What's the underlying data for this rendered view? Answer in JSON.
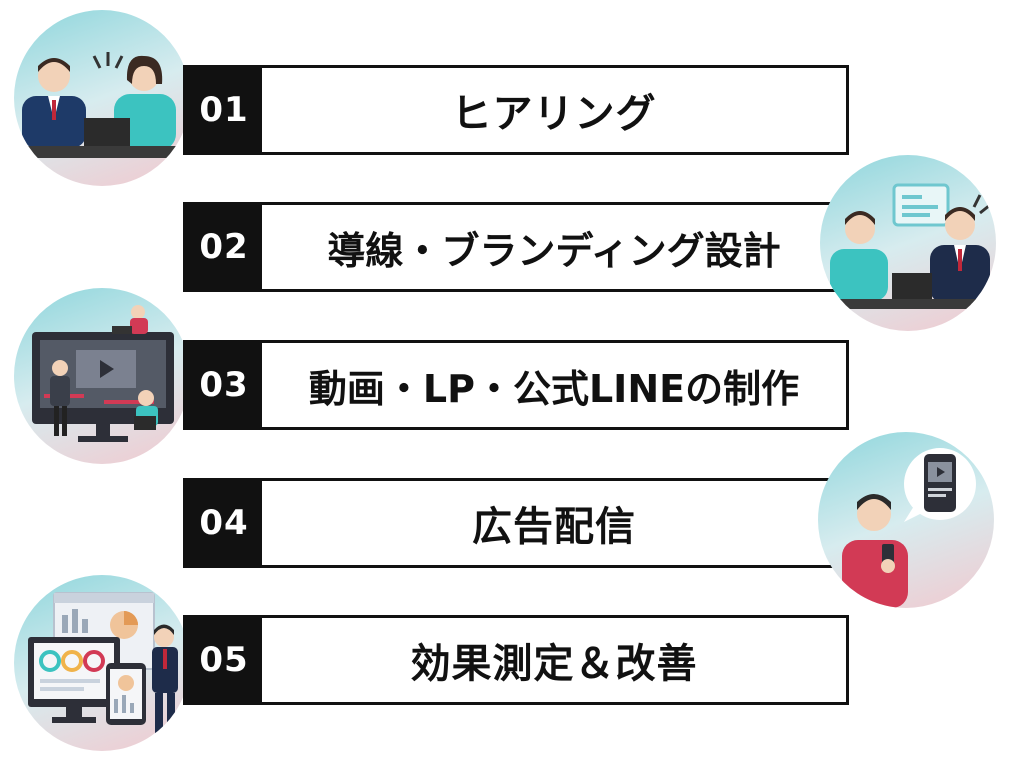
{
  "steps": [
    {
      "number": "01",
      "label": "ヒアリング"
    },
    {
      "number": "02",
      "label": "導線・ブランディング設計"
    },
    {
      "number": "03",
      "label": "動画・LP・公式LINEの制作"
    },
    {
      "number": "04",
      "label": "広告配信"
    },
    {
      "number": "05",
      "label": "効果測定＆改善"
    }
  ],
  "colors": {
    "bar": "#111111",
    "circle_start": "#8fd6dc",
    "circle_end": "#f1c9cf",
    "teal": "#3cc3c0",
    "navy": "#1e3a68",
    "red": "#d23a55"
  },
  "illustrations": [
    {
      "icon": "meeting-hearing-icon"
    },
    {
      "icon": "consulting-presentation-icon"
    },
    {
      "icon": "video-production-icon"
    },
    {
      "icon": "smartphone-ad-icon"
    },
    {
      "icon": "analytics-dashboard-icon"
    }
  ]
}
